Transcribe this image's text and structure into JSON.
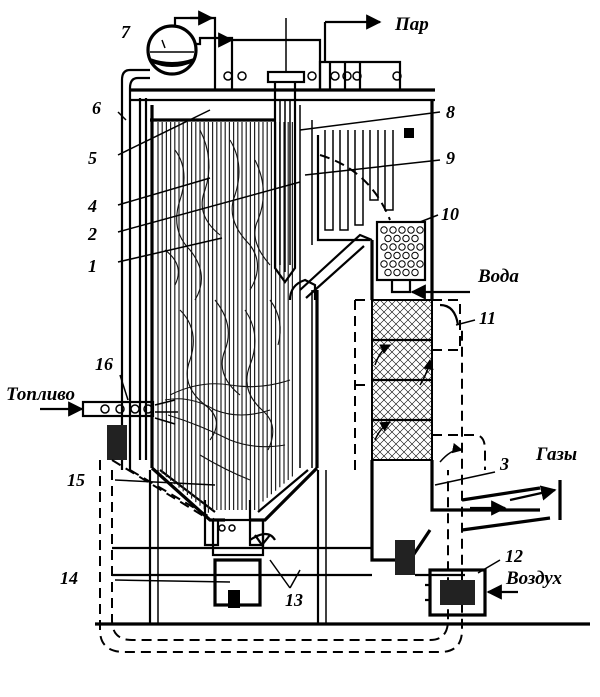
{
  "labels": {
    "n1": "1",
    "n2": "2",
    "n3": "3",
    "n4": "4",
    "n5": "5",
    "n6": "6",
    "n7": "7",
    "n8": "8",
    "n9": "9",
    "n10": "10",
    "n11": "11",
    "n12": "12",
    "n13": "13",
    "n14": "14",
    "n15": "15",
    "n16": "16"
  },
  "words": {
    "steam": "Пар",
    "water": "Вода",
    "fuel": "Топливо",
    "gases": "Газы",
    "air": "Воздух"
  }
}
